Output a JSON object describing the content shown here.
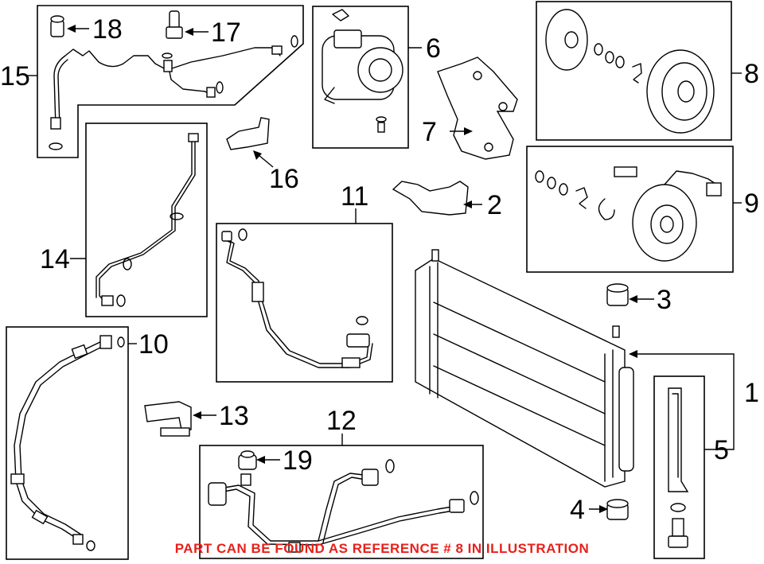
{
  "callouts": {
    "c1": "1",
    "c2": "2",
    "c3": "3",
    "c4": "4",
    "c5": "5",
    "c6": "6",
    "c7": "7",
    "c8": "8",
    "c9": "9",
    "c10": "10",
    "c11": "11",
    "c12": "12",
    "c13": "13",
    "c14": "14",
    "c15": "15",
    "c16": "16",
    "c17": "17",
    "c18": "18",
    "c19": "19"
  },
  "notice": {
    "text": "PART CAN BE FOUND AS REFERENCE # 8 IN ILLUSTRATION",
    "color": "#e8201a"
  }
}
